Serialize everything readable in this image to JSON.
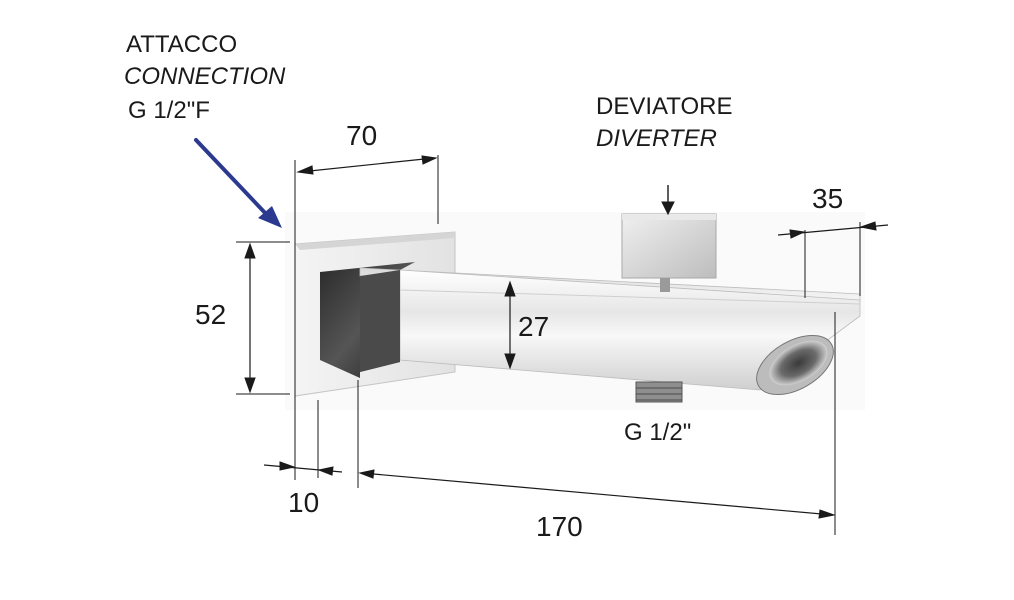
{
  "labels": {
    "connection_it": "ATTACCO",
    "connection_en": "CONNECTION",
    "connection_thread": "G 1/2\"F",
    "diverter_it": "DEVIATORE",
    "diverter_en": "DIVERTER",
    "outlet_thread": "G 1/2\""
  },
  "dimensions": {
    "plate_width": "70",
    "spout_tip": "35",
    "plate_height": "52",
    "spout_height": "27",
    "plate_depth": "10",
    "total_length": "170"
  },
  "colors": {
    "pointer_arrow": "#2b3a8f",
    "ink": "#1a1a1a"
  },
  "icons": [
    "pointer-arrow-icon"
  ]
}
